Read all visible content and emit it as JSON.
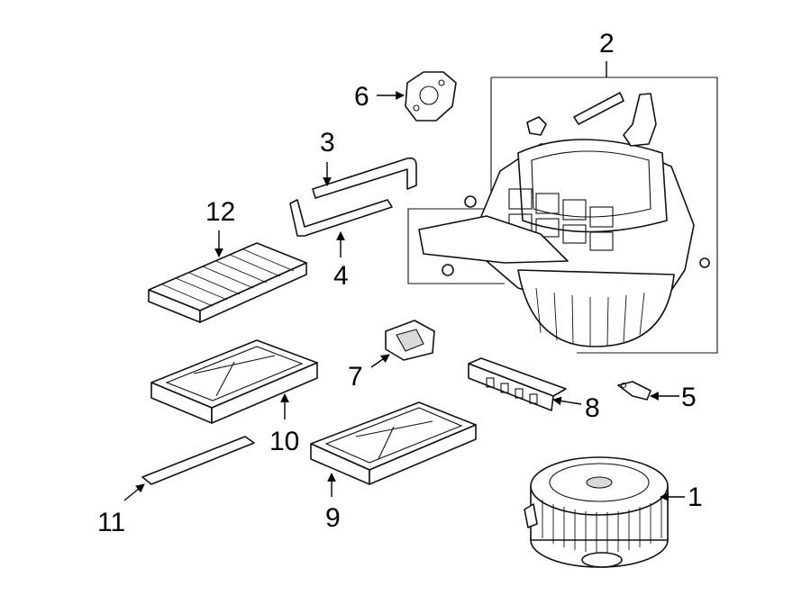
{
  "callouts": [
    {
      "id": "blower-motor",
      "label": "1"
    },
    {
      "id": "heater-unit",
      "label": "2"
    },
    {
      "id": "seal-upper",
      "label": "3"
    },
    {
      "id": "seal-lower",
      "label": "4"
    },
    {
      "id": "bracket",
      "label": "5"
    },
    {
      "id": "actuator",
      "label": "6"
    },
    {
      "id": "resistor",
      "label": "7"
    },
    {
      "id": "control-module",
      "label": "8"
    },
    {
      "id": "filter-tray-lower",
      "label": "9"
    },
    {
      "id": "filter-tray",
      "label": "10"
    },
    {
      "id": "strip",
      "label": "11"
    },
    {
      "id": "cabin-filter",
      "label": "12"
    }
  ],
  "colors": {
    "line": "#111111",
    "background": "#ffffff",
    "shade": "#d9d9d9"
  }
}
